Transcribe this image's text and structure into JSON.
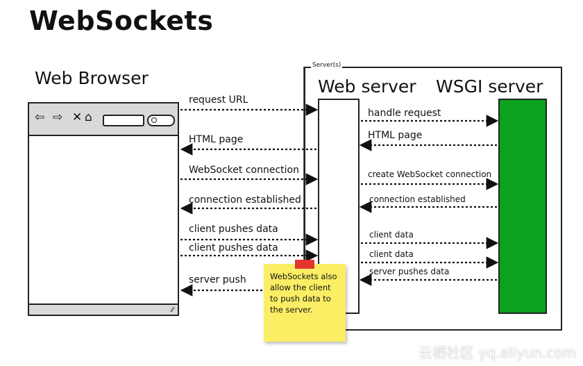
{
  "title": "WebSockets",
  "browser": {
    "heading": "Web Browser"
  },
  "servers": {
    "tag": "Server(s)",
    "web_server_heading": "Web server",
    "wsgi_server_heading": "WSGI server"
  },
  "left_messages": [
    {
      "label": "request URL",
      "direction": "to-server"
    },
    {
      "label": "HTML page",
      "direction": "to-browser"
    },
    {
      "label": "WebSocket connection",
      "direction": "to-server"
    },
    {
      "label": "connection established",
      "direction": "to-browser"
    },
    {
      "label": "client pushes data",
      "direction": "to-server"
    },
    {
      "label": "client pushes data",
      "direction": "to-server"
    },
    {
      "label": "server push",
      "direction": "to-browser"
    }
  ],
  "right_messages": [
    {
      "label": "handle request",
      "direction": "to-wsgi"
    },
    {
      "label": "HTML page",
      "direction": "to-web"
    },
    {
      "label": "create WebSocket connection",
      "direction": "to-wsgi"
    },
    {
      "label": "connection established",
      "direction": "to-web"
    },
    {
      "label": "client data",
      "direction": "to-wsgi"
    },
    {
      "label": "client data",
      "direction": "to-wsgi"
    },
    {
      "label": "server pushes data",
      "direction": "to-web"
    }
  ],
  "note": {
    "text": "WebSockets also allow the client to push data to the server."
  },
  "watermark": "云栖社区 yq.aliyun.com",
  "colors": {
    "wsgi_fill": "#0aa21e",
    "note_fill": "#fbee65",
    "note_pin": "#e2352c"
  }
}
